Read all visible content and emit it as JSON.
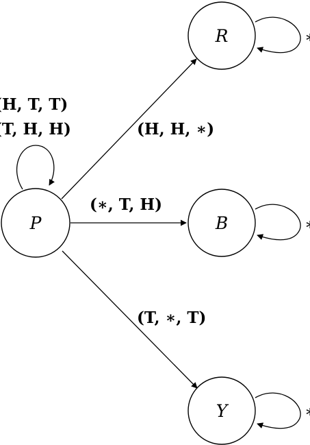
{
  "diagram": {
    "nodes": {
      "p": "P",
      "r": "R",
      "b": "B",
      "y": "Y"
    },
    "edges": {
      "p_to_r": {
        "label": "(H, H, ∗)"
      },
      "p_to_b": {
        "label": "(∗, T, H)"
      },
      "p_to_y": {
        "label": "(T, ∗, T)"
      }
    },
    "self_loops": {
      "p": [
        "(H, T, T)",
        "(T, H, H)"
      ],
      "r": "∗",
      "b": "∗",
      "y": "∗"
    },
    "colors": {
      "stroke": "#000000",
      "background": "#ffffff"
    }
  }
}
